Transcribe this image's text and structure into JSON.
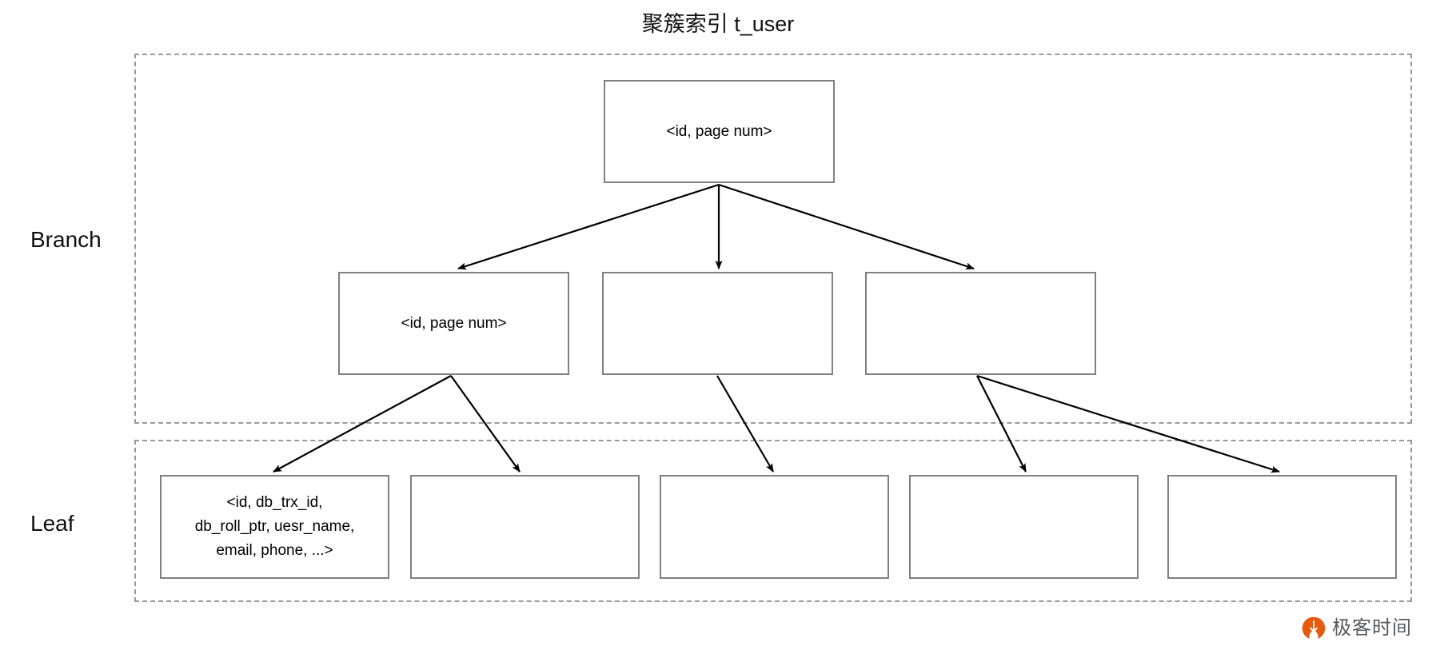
{
  "title": "聚簇索引 t_user",
  "levels": [
    {
      "key": "branch",
      "label": "Branch"
    },
    {
      "key": "leaf",
      "label": "Leaf"
    }
  ],
  "colors": {
    "node_border": "#808080",
    "region_border": "#9a9a9a",
    "arrow": "#000000",
    "text": "#000000",
    "watermark_orange": "#e8590c",
    "watermark_text": "#58595b"
  },
  "nodes": {
    "root": {
      "label": "<id, page num>"
    },
    "branch": [
      {
        "label": "<id, page num>"
      },
      {
        "label": ""
      },
      {
        "label": ""
      }
    ],
    "leaf": [
      {
        "label": "<id, db_trx_id,\ndb_roll_ptr, uesr_name,\nemail, phone, ...>"
      },
      {
        "label": ""
      },
      {
        "label": ""
      },
      {
        "label": ""
      },
      {
        "label": ""
      }
    ]
  },
  "edges": [
    {
      "from": "root",
      "to": "branch-1"
    },
    {
      "from": "root",
      "to": "branch-2"
    },
    {
      "from": "root",
      "to": "branch-3"
    },
    {
      "from": "branch-1",
      "to": "leaf-1"
    },
    {
      "from": "branch-1",
      "to": "leaf-2"
    },
    {
      "from": "branch-2",
      "to": "leaf-3"
    },
    {
      "from": "branch-3",
      "to": "leaf-4"
    },
    {
      "from": "branch-3",
      "to": "leaf-5"
    }
  ],
  "watermark": {
    "text": "极客时间",
    "logo_name": "geektime-logo"
  }
}
